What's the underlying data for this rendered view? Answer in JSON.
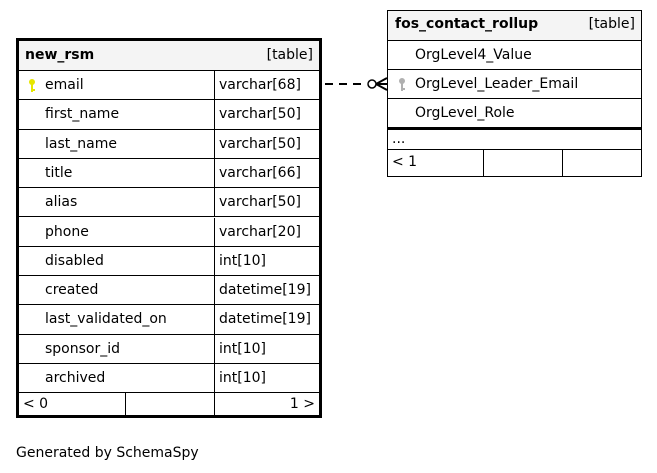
{
  "tables": [
    {
      "name": "new_rsm",
      "kind": "[table]",
      "columns": [
        {
          "name": "email",
          "type": "varchar[68]",
          "pk": true
        },
        {
          "name": "first_name",
          "type": "varchar[50]"
        },
        {
          "name": "last_name",
          "type": "varchar[50]"
        },
        {
          "name": "title",
          "type": "varchar[66]"
        },
        {
          "name": "alias",
          "type": "varchar[50]"
        },
        {
          "name": "phone",
          "type": "varchar[20]"
        },
        {
          "name": "disabled",
          "type": "int[10]"
        },
        {
          "name": "created",
          "type": "datetime[19]"
        },
        {
          "name": "last_validated_on",
          "type": "datetime[19]"
        },
        {
          "name": "sponsor_id",
          "type": "int[10]"
        },
        {
          "name": "archived",
          "type": "int[10]"
        }
      ],
      "footer": {
        "left": "< 0",
        "right": "1 >"
      }
    },
    {
      "name": "fos_contact_rollup",
      "kind": "[table]",
      "columns": [
        {
          "name": "OrgLevel4_Value"
        },
        {
          "name": "OrgLevel_Leader_Email",
          "fk": true
        },
        {
          "name": "OrgLevel_Role"
        }
      ],
      "more": "...",
      "footer": {
        "left": "< 1"
      }
    }
  ],
  "footer_text": "Generated by SchemaSpy",
  "colors": {
    "pk_key": "#e6e600",
    "fk_key": "#b0b0b0",
    "header_bg": "#f4f4f4"
  }
}
